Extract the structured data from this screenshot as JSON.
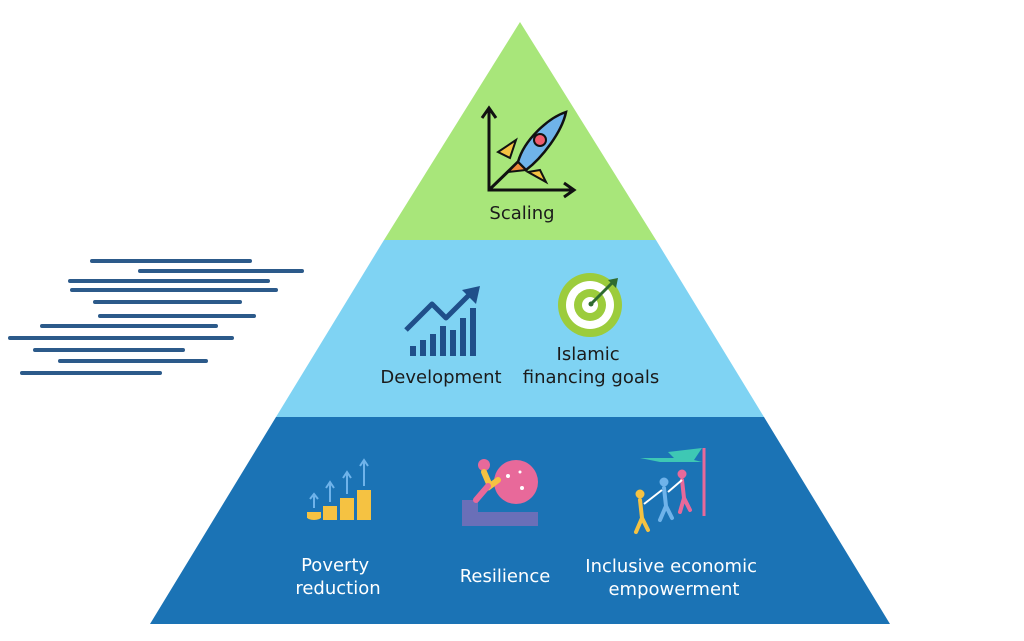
{
  "tiers": {
    "top": {
      "color": "#a8e67a",
      "items": [
        {
          "label": "Scaling",
          "icon": "rocket-growth-icon"
        }
      ]
    },
    "middle": {
      "color": "#7fd3f3",
      "items": [
        {
          "label": "Development",
          "icon": "growth-bar-chart-icon"
        },
        {
          "label_line1": "Islamic",
          "label_line2": "financing goals",
          "icon": "target-dart-icon"
        }
      ]
    },
    "bottom": {
      "color": "#1b73b5",
      "items": [
        {
          "label_line1": "Poverty",
          "label_line2": "reduction",
          "icon": "rising-coins-icon"
        },
        {
          "label": "Resilience",
          "icon": "pushing-boulder-icon"
        },
        {
          "label_line1": "Inclusive economic",
          "label_line2": "empowerment",
          "icon": "team-climbing-flag-icon"
        }
      ]
    }
  },
  "colors": {
    "speed_lines": "#2c5a8a",
    "text_dark": "#1b1b1b",
    "text_light": "#ffffff"
  },
  "decor": {
    "speed_lines_icon": "motion-speed-lines-icon"
  }
}
